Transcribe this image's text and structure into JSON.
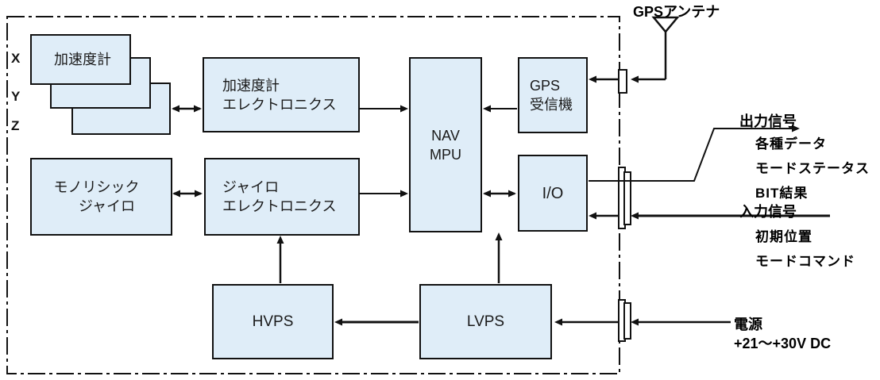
{
  "diagram_title": "GPS/INS navigation unit block diagram",
  "axes": {
    "x": "X",
    "y": "Y",
    "z": "Z"
  },
  "blocks": {
    "accelerometer": {
      "label": "加速度計"
    },
    "accel_electronics": {
      "line1": "加速度計",
      "line2": "エレクトロニクス"
    },
    "nav_mpu": {
      "line1": "NAV",
      "line2": "MPU"
    },
    "gps_receiver": {
      "line1": "GPS",
      "line2": "受信機"
    },
    "mono_gyro": {
      "line1": "モノリシック",
      "line2": "ジャイロ"
    },
    "gyro_electronics": {
      "line1": "ジャイロ",
      "line2": "エレクトロニクス"
    },
    "io": {
      "label": "I/O"
    },
    "hvps": {
      "label": "HVPS"
    },
    "lvps": {
      "label": "LVPS"
    }
  },
  "external": {
    "gps_antenna_label": "GPSアンテナ",
    "output_signal": {
      "title": "出力信号",
      "items": [
        "各種データ",
        "モードステータス",
        "BIT結果"
      ]
    },
    "input_signal": {
      "title": "入力信号",
      "items": [
        "初期位置",
        "モードコマンド"
      ]
    },
    "power": {
      "title": "電源",
      "value": "+21～+30V DC"
    }
  },
  "colors": {
    "block_fill": "#dfedf8",
    "line": "#111111",
    "background": "#ffffff"
  }
}
